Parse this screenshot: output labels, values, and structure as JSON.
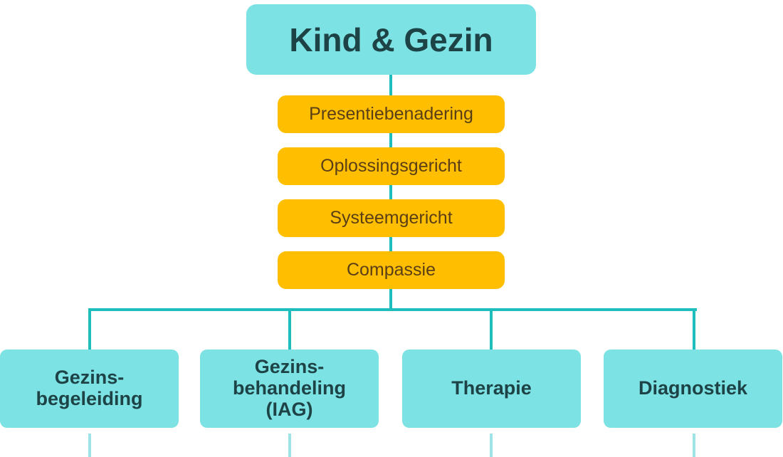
{
  "root": {
    "label": "Kind & Gezin"
  },
  "approaches": [
    {
      "label": "Presentiebenadering"
    },
    {
      "label": "Oplossingsgericht"
    },
    {
      "label": "Systeemgericht"
    },
    {
      "label": "Compassie"
    }
  ],
  "services": [
    {
      "label": "Gezins-\nbegeleiding"
    },
    {
      "label": "Gezins-\nbehandeling\n(IAG)"
    },
    {
      "label": "Therapie"
    },
    {
      "label": "Diagnostiek"
    }
  ],
  "colors": {
    "teal_box": "#7de2e3",
    "connector": "#1fbdbb",
    "approach_box": "#ffbf00",
    "root_text": "#1d4347",
    "approach_text": "#5a3e16"
  }
}
